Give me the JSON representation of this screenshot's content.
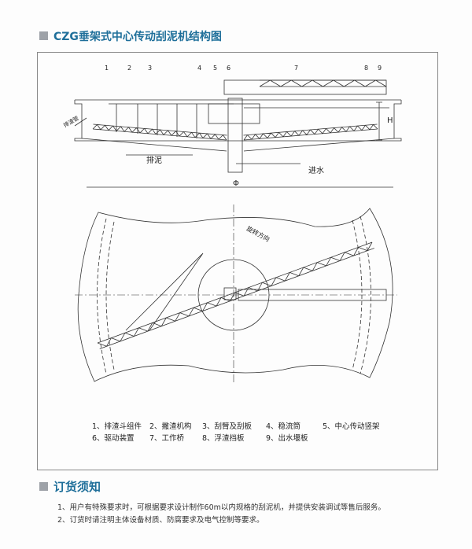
{
  "section1": {
    "title": "CZG垂架式中心传动刮泥机结构图"
  },
  "diagram": {
    "callouts": [
      "1",
      "2",
      "3",
      "4",
      "5",
      "6",
      "7",
      "8",
      "9"
    ],
    "slag_pipe": "排渣管",
    "sludge": "排泥",
    "inlet": "进水",
    "height": "H",
    "diameter": "Φ",
    "rotation": "旋转方向"
  },
  "legend": [
    "1、排渣斗组件",
    "2、撇渣机构",
    "3、刮臂及刮板",
    "4、稳流筒",
    "5、中心传动竖架",
    "6、驱动装置",
    "7、工作桥",
    "8、浮渣挡板",
    "9、出水堰板"
  ],
  "section2": {
    "title": "订货须知",
    "notes": [
      "1、用户有特殊要求时，可根据要求设计制作60m以内规格的刮泥机，并提供安装调试等售后服务。",
      "2、订货时请注明主体设备材质、防腐要求及电气控制等要求。"
    ]
  }
}
